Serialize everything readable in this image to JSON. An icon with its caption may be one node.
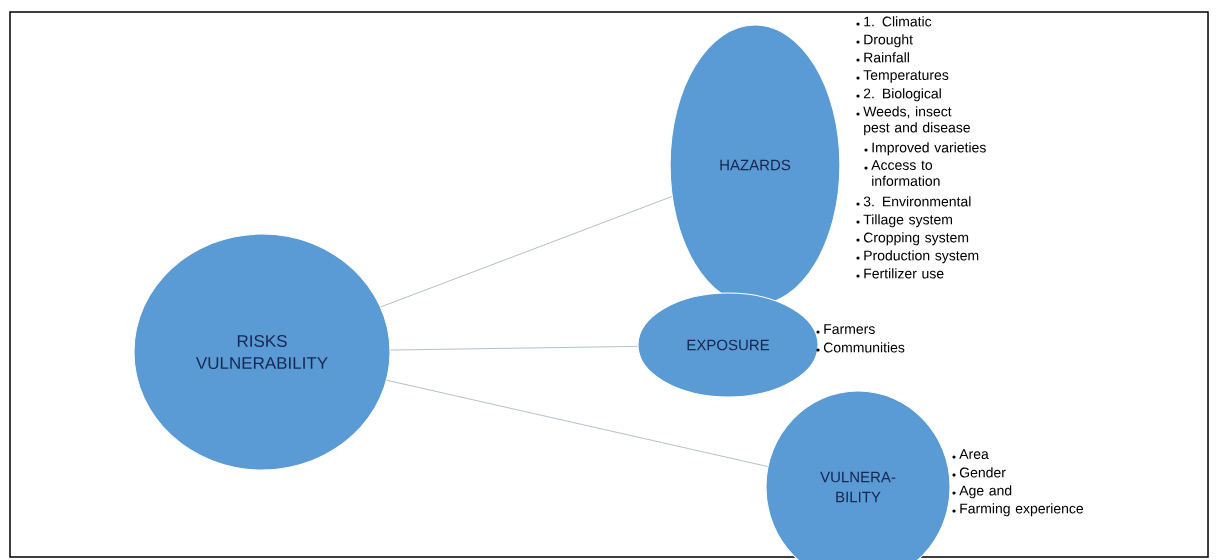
{
  "diagram": {
    "nodes": [
      {
        "text": [
          "RISKS VULNERABILITY"
        ]
      },
      {
        "text": [
          "HAZARDS"
        ],
        "beside": [
          "1. Climatic",
          "Drought",
          "Rainfall",
          "Temperatures",
          "2. Biological",
          "Weeds, insect pest and disease",
          "Improved varieties",
          "Access to information",
          "3. Environmental",
          "Tillage system",
          "Cropping system",
          "Production system",
          "Fertilizer use"
        ]
      },
      {
        "text": [
          "EXPOSURE"
        ],
        "beside": [
          "Farmers",
          "Communities"
        ]
      },
      {
        "text": [
          "VULNERA- BILITY"
        ],
        "beside": [
          "Area",
          "Gender",
          "Age and",
          "Farming experience"
        ]
      }
    ],
    "edges": [
      {
        "from": 0,
        "to": 1,
        "arrow": "none"
      },
      {
        "from": 0,
        "to": 2,
        "arrow": "none"
      },
      {
        "from": 0,
        "to": 3,
        "arrow": "none"
      }
    ]
  }
}
